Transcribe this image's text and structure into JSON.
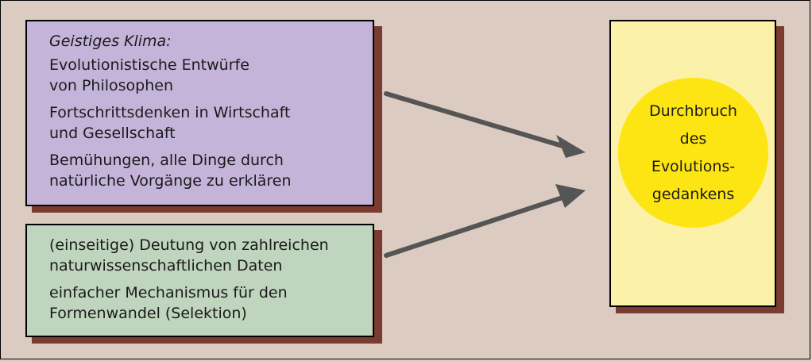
{
  "climate_box": {
    "heading": "Geistiges Klima:",
    "lines": [
      "Evolutionistische Entwürfe",
      "von Philosophen",
      "Fortschrittsdenken in Wirtschaft",
      "und Gesellschaft",
      "Bemühungen, alle Dinge durch",
      "natürliche Vorgänge zu erklären"
    ]
  },
  "data_box": {
    "lines": [
      "(einseitige) Deutung von zahlreichen",
      "naturwissenschaftlichen Daten",
      "einfacher Mechanismus für den",
      "Formenwandel (Selektion)"
    ]
  },
  "result_circle": {
    "lines": [
      "Durchbruch",
      "des",
      "Evolutions-",
      "gedankens"
    ]
  },
  "colors": {
    "background": "#dccbc0",
    "climate_box": "#c5b4da",
    "data_box": "#bfd5bd",
    "result_box": "#fcf1a8",
    "circle": "#fde513",
    "shadow": "#7a3b30",
    "arrow": "#555555"
  }
}
